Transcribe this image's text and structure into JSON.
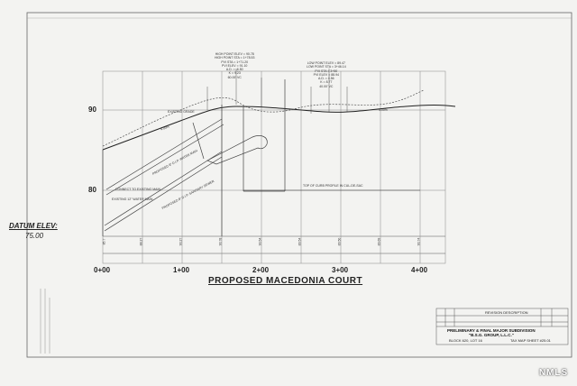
{
  "drawing": {
    "title": "PROPOSED MACEDONIA COURT",
    "datum_label": "DATUM ELEV:",
    "datum_value": "75.00",
    "elev_90": "90",
    "elev_80": "80",
    "stations": [
      "0+00",
      "1+00",
      "2+00",
      "3+00",
      "4+00"
    ],
    "high_point": [
      "HIGH POINT ELEV = 90.78",
      "HIGH POINT STA = 1+78.53",
      "PVI STA = 1+71.20",
      "PVI ELEV = 91.10",
      "A.D. = -6.50",
      "K = 9.23",
      "60.00' VC"
    ],
    "low_point": [
      "LOW POINT ELEV = 89.47",
      "LOW POINT STA = 3+46.14",
      "PVI STA = 3+50",
      "PVI ELEV = 88.94",
      "A.D. = 4.56",
      "K = 8.77",
      "40.00' VC"
    ],
    "callouts": {
      "top_curb": "TOP OF CURB PROFILE IN CUL-DE-SAC",
      "connect": "CONNECT TO EXISTING MAIN",
      "existing_water": "EXISTING 12\" WATER MAIN",
      "prop_water": "PROPOSED 8\" D.I.P. WATER MAIN",
      "prop_sewer": "PROPOSED 8\" D.I.P. SANITARY SEWER",
      "ex_grade": "EXISTING GRADE",
      "grade_left": "4.00%",
      "grade_right": "4.00%"
    },
    "bottom_values": [
      "85.7",
      "88.27",
      "90.27",
      "90.78",
      "90.54",
      "89.54",
      "89.50",
      "89.69",
      "90.74"
    ]
  },
  "title_block": {
    "line1": "PRELIMINARY & FINAL MAJOR SUBDIVISION",
    "line2": "\"B.S.G. GROUP, L.L.C.\"",
    "line3_left": "BLOCK 620, LOT 16",
    "line3_right": "TAX MAP SHEET #25.01",
    "revision_header": "REVISION DESCRIPTION"
  },
  "watermark": "NMLS"
}
